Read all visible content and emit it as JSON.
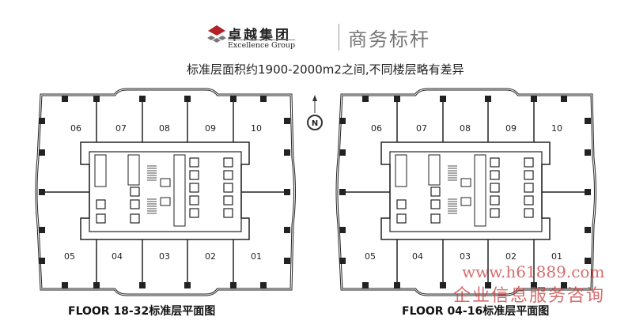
{
  "header": {
    "logo_cn": "卓越集团",
    "logo_en": "Excellence Group",
    "slogan": "商务标杆",
    "subtitle": "标准层面积约1900-2000m2之间,不同楼层略有差异",
    "brand_color": "#b22226"
  },
  "compass": {
    "label": "N"
  },
  "plans": [
    {
      "caption": "FLOOR 18-32标准层平面图",
      "top_units": [
        "06",
        "07",
        "08",
        "09",
        "10"
      ],
      "bottom_units": [
        "05",
        "04",
        "03",
        "02",
        "01"
      ]
    },
    {
      "caption": "FLOOR 04-16标准层平面图",
      "top_units": [
        "06",
        "07",
        "08",
        "09",
        "10"
      ],
      "bottom_units": [
        "05",
        "04",
        "03",
        "02",
        "01"
      ]
    }
  ],
  "watermark": {
    "url": "www.h61889.com",
    "text": "企业信息服务咨询"
  }
}
